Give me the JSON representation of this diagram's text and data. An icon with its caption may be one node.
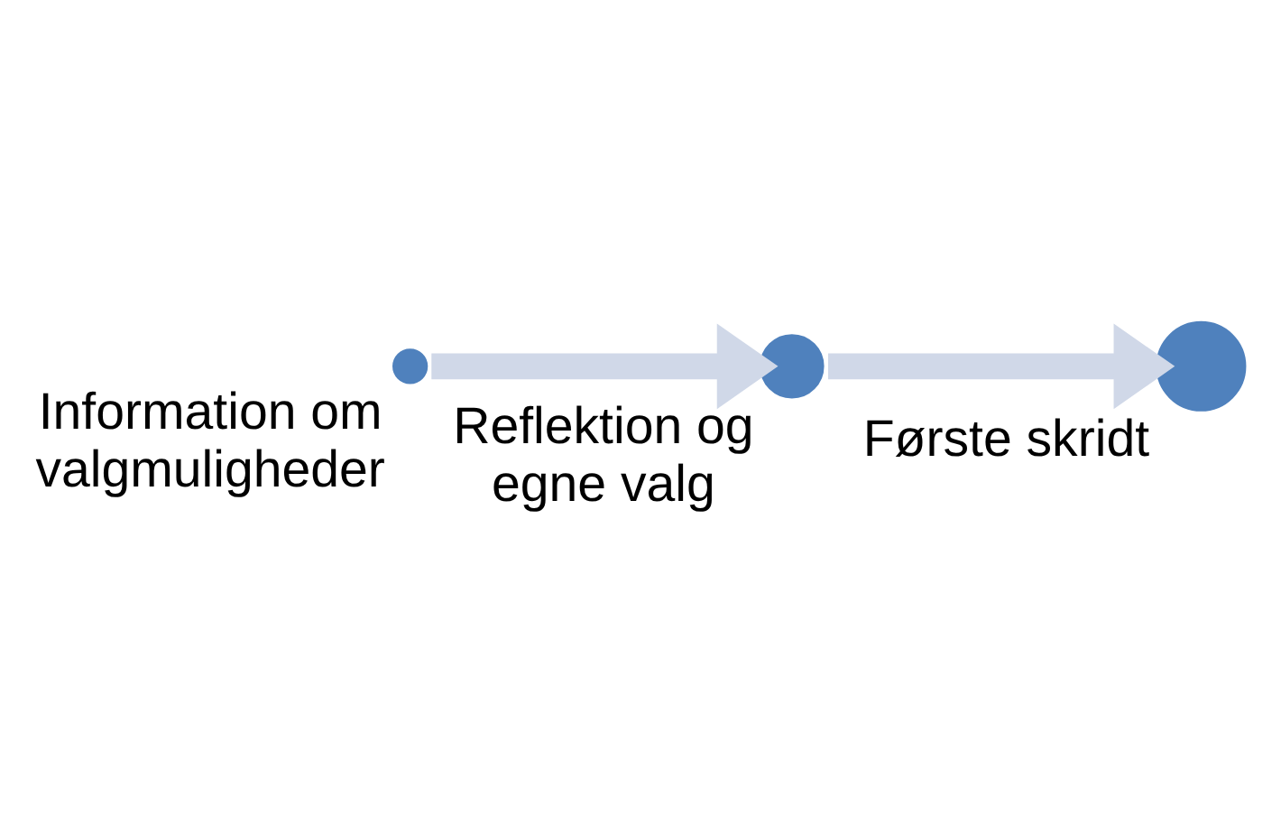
{
  "diagram": {
    "nodes": [
      {
        "text": [],
        "shape": "circle",
        "beside": [
          "Information om valgmuligheder"
        ]
      },
      {
        "text": [],
        "shape": "circle",
        "beside": [
          "Reflektion og egne valg"
        ]
      },
      {
        "text": [],
        "shape": "circle",
        "beside": [
          "Første skridt"
        ]
      }
    ],
    "edges": [
      {
        "from": 0,
        "to": 1,
        "arrow": "to"
      },
      {
        "from": 1,
        "to": 2,
        "arrow": "to"
      }
    ]
  }
}
